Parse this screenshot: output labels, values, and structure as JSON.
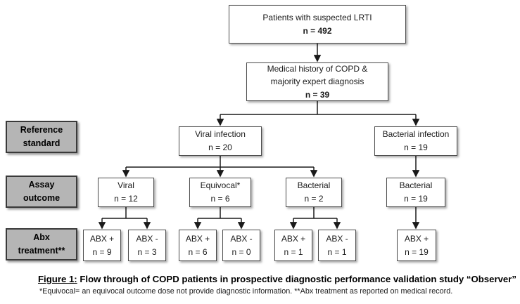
{
  "figure": {
    "caption_label": "Figure 1:",
    "caption_text": " Flow through of COPD patients in prospective diagnostic performance validation study “Observer”",
    "footnote": "*Equivocal= an equivocal outcome dose not provide diagnostic information. **Abx treatment as reported on medical record."
  },
  "row_labels": {
    "reference": {
      "line1": "Reference",
      "line2": "standard"
    },
    "assay": {
      "line1": "Assay",
      "line2": "outcome"
    },
    "abx": {
      "line1": "Abx",
      "line2": "treatment**"
    }
  },
  "nodes": {
    "suspected_lrti": {
      "line1": "Patients with suspected LRTI",
      "n": "n = 492"
    },
    "copd_history": {
      "line1": "Medical history of COPD &",
      "line2": "majority expert diagnosis",
      "n": "n = 39"
    },
    "viral_infection": {
      "line1": "Viral infection",
      "n": "n = 20"
    },
    "bacterial_infection": {
      "line1": "Bacterial infection",
      "n": "n = 19"
    },
    "assay_viral": {
      "line1": "Viral",
      "n": "n = 12"
    },
    "assay_equivocal": {
      "line1": "Equivocal*",
      "n": "n = 6"
    },
    "assay_bacterial_viral_arm": {
      "line1": "Bacterial",
      "n": "n = 2"
    },
    "assay_bacterial_bact_arm": {
      "line1": "Bacterial",
      "n": "n = 19"
    },
    "abx_pos_viral": {
      "line1": "ABX +",
      "n": "n = 9"
    },
    "abx_neg_viral": {
      "line1": "ABX -",
      "n": "n = 3"
    },
    "abx_pos_equivocal": {
      "line1": "ABX +",
      "n": "n = 6"
    },
    "abx_neg_equivocal": {
      "line1": "ABX -",
      "n": "n = 0"
    },
    "abx_pos_bacterial2": {
      "line1": "ABX +",
      "n": "n = 1"
    },
    "abx_neg_bacterial2": {
      "line1": "ABX -",
      "n": "n = 1"
    },
    "abx_pos_bacterial19": {
      "line1": "ABX +",
      "n": "n = 19"
    }
  },
  "colors": {
    "label_background": "#b5b5b5",
    "box_border": "#4d4d4d",
    "connector": "#1a1a1a"
  }
}
